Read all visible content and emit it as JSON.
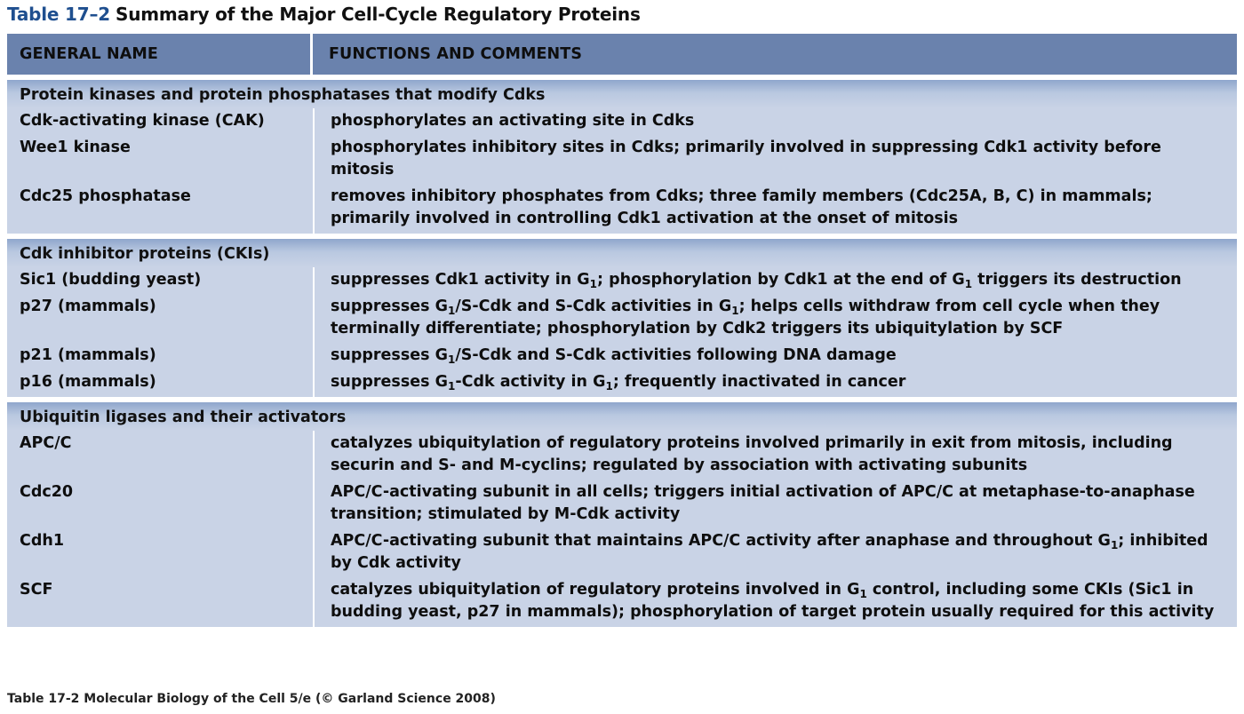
{
  "title": {
    "number": "Table 17–2",
    "text": "Summary of the Major Cell-Cycle Regulatory Proteins"
  },
  "header": {
    "col1": "GENERAL NAME",
    "col2": "FUNCTIONS AND COMMENTS"
  },
  "sections": [
    {
      "title": "Protein kinases and protein phosphatases that modify Cdks",
      "rows": [
        {
          "name": "Cdk-activating kinase (CAK)",
          "desc": "phosphorylates an activating site in Cdks"
        },
        {
          "name": "Wee1 kinase",
          "desc": "phosphorylates inhibitory sites in Cdks; primarily involved in suppressing Cdk1 activity before mitosis"
        },
        {
          "name": "Cdc25 phosphatase",
          "desc": "removes inhibitory phosphates from Cdks; three family members (Cdc25A, B, C) in mammals; primarily involved in controlling Cdk1 activation at the onset of mitosis"
        }
      ]
    },
    {
      "title": "Cdk inhibitor proteins (CKIs)",
      "rows": [
        {
          "name": "Sic1 (budding yeast)",
          "desc": "suppresses Cdk1 activity in G_1; phosphorylation by Cdk1 at the end of G_1 triggers its destruction"
        },
        {
          "name": "p27 (mammals)",
          "desc": "suppresses G_1/S-Cdk and S-Cdk activities in G_1; helps cells withdraw from cell cycle when they terminally differentiate; phosphorylation by Cdk2 triggers its ubiquitylation by SCF"
        },
        {
          "name": "p21 (mammals)",
          "desc": "suppresses G_1/S-Cdk and S-Cdk activities following DNA damage"
        },
        {
          "name": "p16 (mammals)",
          "desc": "suppresses G_1-Cdk activity in G_1; frequently inactivated in cancer"
        }
      ]
    },
    {
      "title": "Ubiquitin ligases and their activators",
      "rows": [
        {
          "name": "APC/C",
          "desc": "catalyzes ubiquitylation of regulatory proteins involved primarily in exit from mitosis, including securin and S- and M-cyclins; regulated by association with activating subunits"
        },
        {
          "name": "Cdc20",
          "desc": "APC/C-activating subunit in all cells; triggers initial activation of APC/C at metaphase-to-anaphase transition; stimulated by M-Cdk activity"
        },
        {
          "name": "Cdh1",
          "desc": "APC/C-activating subunit that maintains APC/C activity after anaphase and throughout G_1; inhibited by Cdk activity"
        },
        {
          "name": "SCF",
          "desc": "catalyzes ubiquitylation of regulatory proteins involved in G_1 control, including some CKIs (Sic1 in budding yeast, p27 in mammals); phosphorylation of target protein usually required for this activity"
        }
      ]
    }
  ],
  "caption": "Table 17-2  Molecular Biology of the Cell 5/e (© Garland Science 2008)"
}
